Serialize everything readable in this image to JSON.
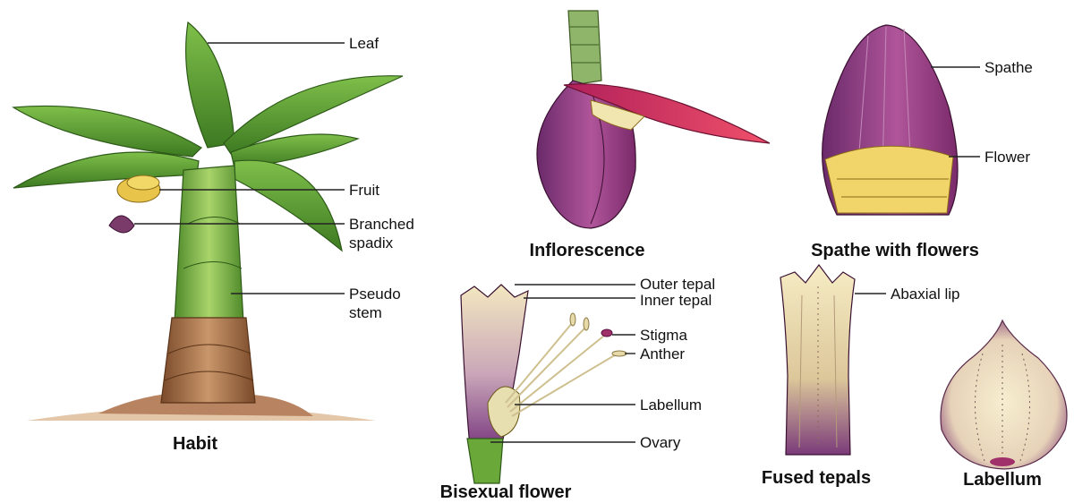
{
  "panels": {
    "habit": {
      "caption": "Habit",
      "labels": {
        "leaf": "Leaf",
        "fruit": "Fruit",
        "spadix_1": "Branched",
        "spadix_2": "spadix",
        "stem_1": "Pseudo",
        "stem_2": "stem"
      }
    },
    "inflorescence": {
      "caption": "Inflorescence"
    },
    "spathe": {
      "caption": "Spathe with flowers",
      "labels": {
        "spathe": "Spathe",
        "flower": "Flower"
      }
    },
    "bisexual": {
      "caption": "Bisexual flower",
      "labels": {
        "outer_tepal": "Outer tepal",
        "inner_tepal": "Inner tepal",
        "stigma": "Stigma",
        "anther": "Anther",
        "labellum": "Labellum",
        "ovary": "Ovary"
      }
    },
    "fused": {
      "caption": "Fused  tepals",
      "labels": {
        "abaxial_lip": "Abaxial lip"
      }
    },
    "labellum": {
      "caption": "Labellum"
    }
  }
}
